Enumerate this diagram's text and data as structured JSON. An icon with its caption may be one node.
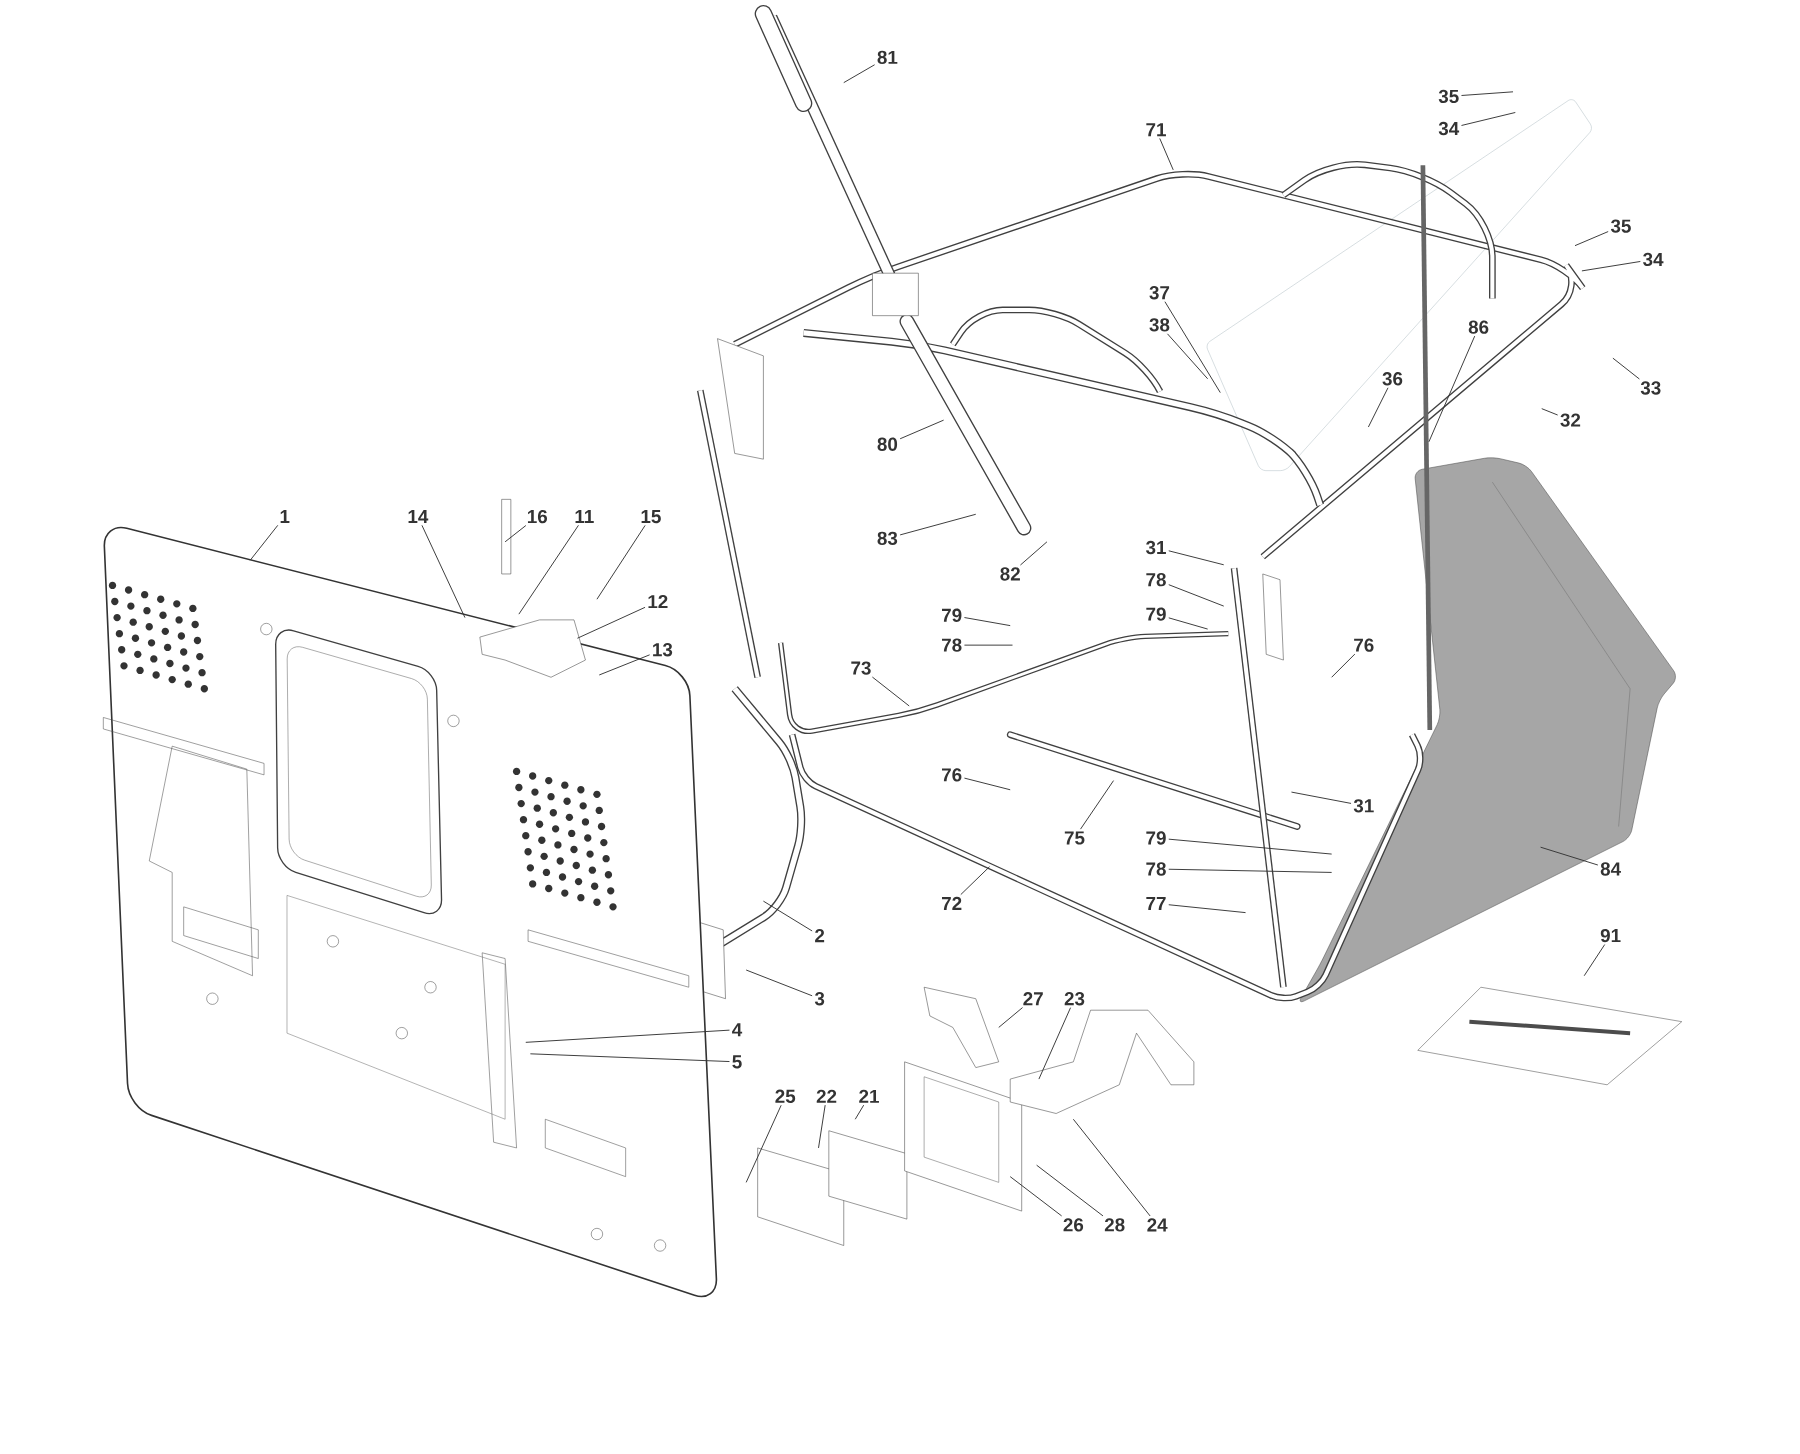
{
  "diagram": {
    "nodes": [
      {
        "text": [
          "81"
        ]
      },
      {
        "text": [
          "71"
        ]
      },
      {
        "text": [
          "35"
        ]
      },
      {
        "text": [
          "34"
        ]
      },
      {
        "text": [
          "35"
        ]
      },
      {
        "text": [
          "34"
        ]
      },
      {
        "text": [
          "37"
        ]
      },
      {
        "text": [
          "38"
        ]
      },
      {
        "text": [
          "86"
        ]
      },
      {
        "text": [
          "36"
        ]
      },
      {
        "text": [
          "33"
        ]
      },
      {
        "text": [
          "32"
        ]
      },
      {
        "text": [
          "80"
        ]
      },
      {
        "text": [
          "1"
        ]
      },
      {
        "text": [
          "14"
        ]
      },
      {
        "text": [
          "16"
        ]
      },
      {
        "text": [
          "11"
        ]
      },
      {
        "text": [
          "15"
        ]
      },
      {
        "text": [
          "83"
        ]
      },
      {
        "text": [
          "31"
        ]
      },
      {
        "text": [
          "82"
        ]
      },
      {
        "text": [
          "78"
        ]
      },
      {
        "text": [
          "12"
        ]
      },
      {
        "text": [
          "79"
        ]
      },
      {
        "text": [
          "79"
        ]
      },
      {
        "text": [
          "78"
        ]
      },
      {
        "text": [
          "76"
        ]
      },
      {
        "text": [
          "13"
        ]
      },
      {
        "text": [
          "73"
        ]
      },
      {
        "text": [
          "76"
        ]
      },
      {
        "text": [
          "31"
        ]
      },
      {
        "text": [
          "75"
        ]
      },
      {
        "text": [
          "79"
        ]
      },
      {
        "text": [
          "78"
        ]
      },
      {
        "text": [
          "84"
        ]
      },
      {
        "text": [
          "72"
        ]
      },
      {
        "text": [
          "77"
        ]
      },
      {
        "text": [
          "2"
        ]
      },
      {
        "text": [
          "91"
        ]
      },
      {
        "text": [
          "3"
        ]
      },
      {
        "text": [
          "27"
        ]
      },
      {
        "text": [
          "23"
        ]
      },
      {
        "text": [
          "4"
        ]
      },
      {
        "text": [
          "5"
        ]
      },
      {
        "text": [
          "25"
        ]
      },
      {
        "text": [
          "22"
        ]
      },
      {
        "text": [
          "21"
        ]
      },
      {
        "text": [
          "26"
        ]
      },
      {
        "text": [
          "28"
        ]
      },
      {
        "text": [
          "24"
        ]
      },
      {
        "text": [],
        "shape": "bar"
      }
    ],
    "edges": [
      {
        "from": 0,
        "to": null,
        "arrow": "none"
      },
      {
        "from": 1,
        "to": null,
        "arrow": "none"
      },
      {
        "from": 2,
        "to": null,
        "arrow": "none"
      },
      {
        "from": 3,
        "to": null,
        "arrow": "none"
      },
      {
        "from": 4,
        "to": null,
        "arrow": "none"
      },
      {
        "from": 5,
        "to": null,
        "arrow": "none"
      },
      {
        "from": 6,
        "to": null,
        "arrow": "none"
      },
      {
        "from": 7,
        "to": null,
        "arrow": "none"
      },
      {
        "from": 8,
        "to": 50,
        "arrow": "none"
      },
      {
        "from": 9,
        "to": null,
        "arrow": "none"
      },
      {
        "from": 10,
        "to": null,
        "arrow": "none"
      },
      {
        "from": 11,
        "to": null,
        "arrow": "none"
      },
      {
        "from": 12,
        "to": null,
        "arrow": "none"
      },
      {
        "from": 13,
        "to": null,
        "arrow": "none"
      },
      {
        "from": 14,
        "to": null,
        "arrow": "none"
      },
      {
        "from": 15,
        "to": null,
        "arrow": "none"
      },
      {
        "from": 16,
        "to": null,
        "arrow": "none"
      },
      {
        "from": 17,
        "to": null,
        "arrow": "none"
      },
      {
        "from": 18,
        "to": null,
        "arrow": "none"
      },
      {
        "from": 19,
        "to": null,
        "arrow": "none"
      },
      {
        "from": 20,
        "to": null,
        "arrow": "none"
      },
      {
        "from": 21,
        "to": null,
        "arrow": "none"
      },
      {
        "from": 22,
        "to": null,
        "arrow": "none"
      },
      {
        "from": 23,
        "to": null,
        "arrow": "none"
      },
      {
        "from": 24,
        "to": null,
        "arrow": "none"
      },
      {
        "from": 25,
        "to": null,
        "arrow": "none"
      },
      {
        "from": 26,
        "to": null,
        "arrow": "none"
      },
      {
        "from": 27,
        "to": null,
        "arrow": "none"
      },
      {
        "from": 28,
        "to": null,
        "arrow": "none"
      },
      {
        "from": 29,
        "to": null,
        "arrow": "none"
      },
      {
        "from": 30,
        "to": null,
        "arrow": "none"
      },
      {
        "from": 31,
        "to": null,
        "arrow": "none"
      },
      {
        "from": 32,
        "to": null,
        "arrow": "none"
      },
      {
        "from": 33,
        "to": null,
        "arrow": "none"
      },
      {
        "from": 34,
        "to": null,
        "arrow": "none"
      },
      {
        "from": 35,
        "to": null,
        "arrow": "none"
      },
      {
        "from": 36,
        "to": null,
        "arrow": "none"
      },
      {
        "from": 37,
        "to": null,
        "arrow": "none"
      },
      {
        "from": 38,
        "to": null,
        "arrow": "none"
      },
      {
        "from": 39,
        "to": null,
        "arrow": "none"
      },
      {
        "from": 40,
        "to": null,
        "arrow": "none"
      },
      {
        "from": 41,
        "to": null,
        "arrow": "none"
      },
      {
        "from": 42,
        "to": null,
        "arrow": "none"
      },
      {
        "from": 43,
        "to": null,
        "arrow": "none"
      },
      {
        "from": 44,
        "to": null,
        "arrow": "none"
      },
      {
        "from": 45,
        "to": null,
        "arrow": "none"
      },
      {
        "from": 46,
        "to": null,
        "arrow": "none"
      },
      {
        "from": 47,
        "to": null,
        "arrow": "none"
      },
      {
        "from": 48,
        "to": null,
        "arrow": "none"
      },
      {
        "from": 49,
        "to": null,
        "arrow": "none"
      }
    ]
  }
}
